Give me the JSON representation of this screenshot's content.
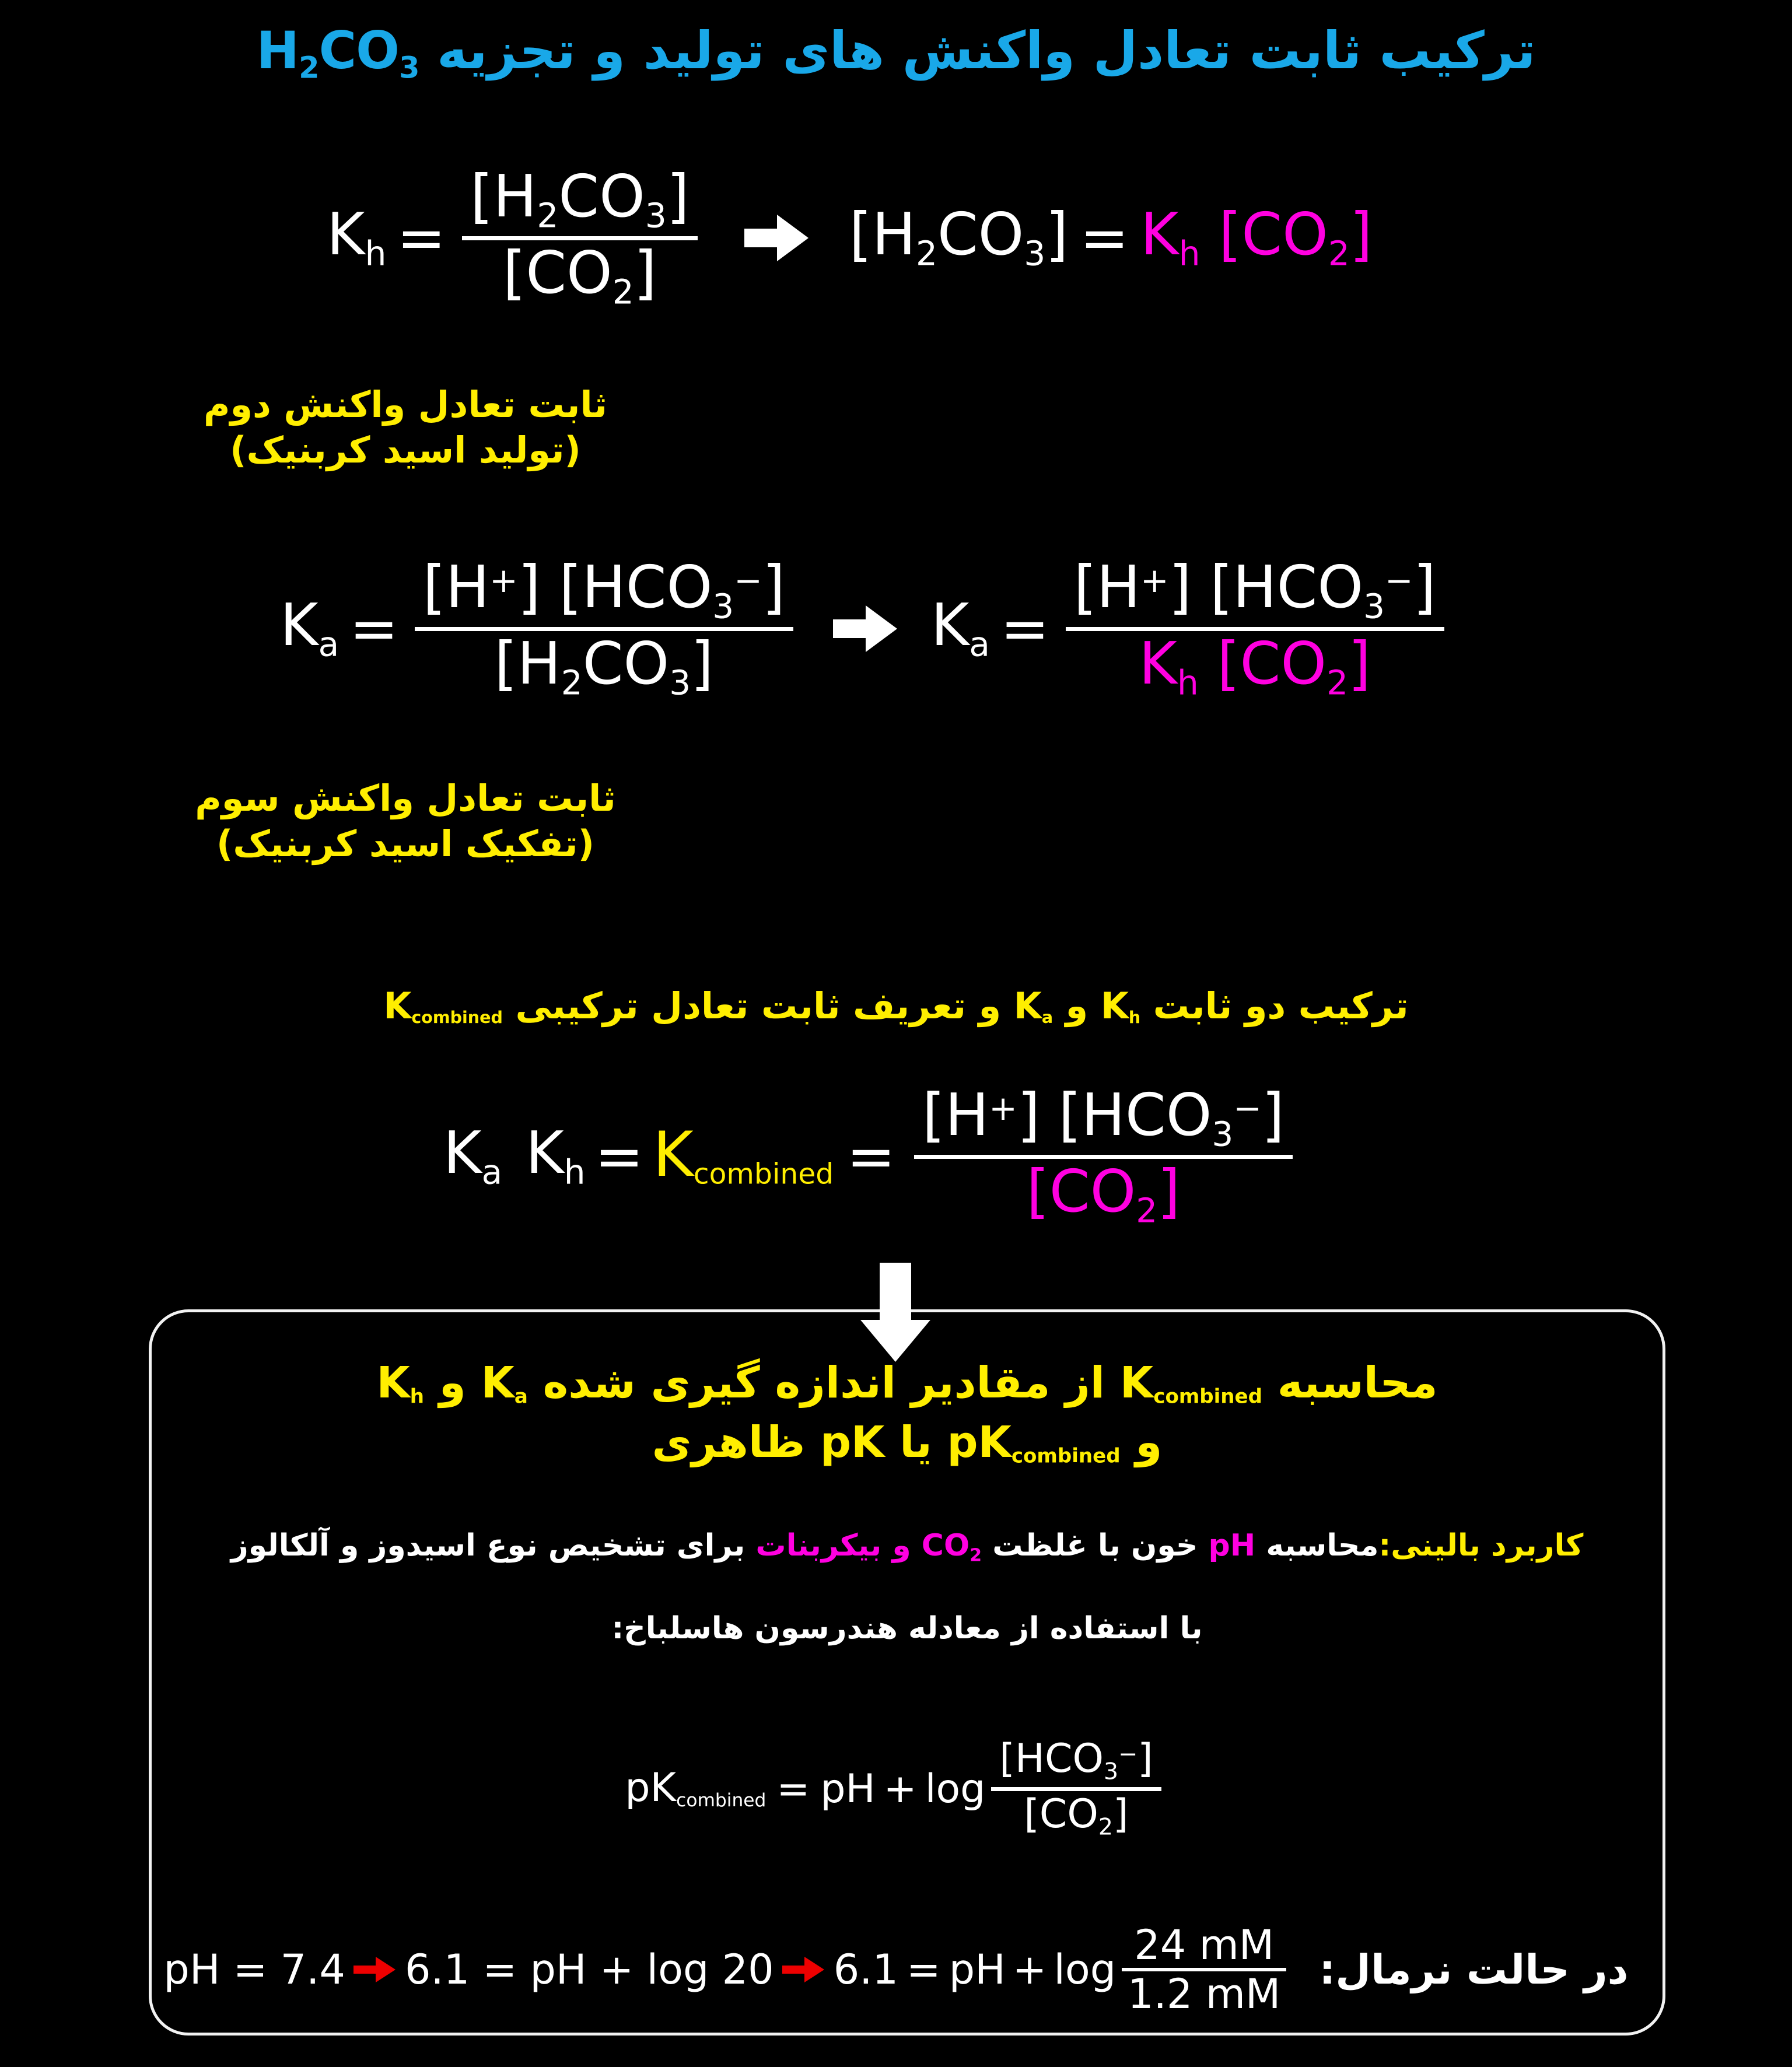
{
  "colors": {
    "background": "#000000",
    "title": "#19a8e8",
    "accent_yellow": "#ffee00",
    "accent_magenta": "#ff00e0",
    "accent_red": "#ee0000",
    "text_white": "#ffffff"
  },
  "title": {
    "text_fa": "ترکیب ثابت تعادل واکنش های تولید و تجزیه",
    "formula": "H2CO3"
  },
  "row1": {
    "lhs": {
      "symbol": "K",
      "sub": "h"
    },
    "equals": "=",
    "numerator": "[H2CO3]",
    "denominator": "[CO2]",
    "arrow": "arrow-right",
    "result_lhs": "[H2CO3]",
    "result_equals": "=",
    "result_rhs_k": "K",
    "result_rhs_k_sub": "h",
    "result_rhs_bracket": "[CO2]",
    "caption_line1": "ثابت تعادل واکنش دوم",
    "caption_line2": "(تولید اسید کربنیک)"
  },
  "row2": {
    "lhs": {
      "symbol": "K",
      "sub": "a"
    },
    "equals": "=",
    "numerator": "[H+] [HCO3 −]",
    "denominator": "[H2CO3]",
    "arrow": "arrow-right",
    "result_lhs": {
      "symbol": "K",
      "sub": "a"
    },
    "result_equals": "=",
    "result_numerator": "[H+] [HCO3 −]",
    "result_denominator": "Kh [CO2]",
    "caption_line1": "ثابت تعادل واکنش سوم",
    "caption_line2": "(تفکیک اسید کربنیک)"
  },
  "combine_note": {
    "text_before": "ترکیب دو ثابت",
    "k_h": "K",
    "k_h_sub": "h",
    "wa": "و",
    "k_a": "K",
    "k_a_sub": "a",
    "text_middle": "و تعریف ثابت تعادل ترکیبی",
    "k_combined": "K",
    "k_combined_sub": "combined"
  },
  "row3": {
    "ka": "K",
    "ka_sub": "a",
    "kh": "K",
    "kh_sub": "h",
    "equals1": "=",
    "kcombined": "K",
    "kcombined_sub": "combined",
    "equals2": "=",
    "numerator": "[H+] [HCO3 −]",
    "denominator": "[CO2]"
  },
  "box": {
    "title_line1_part1": "محاسبه",
    "title_line1_kc": "K",
    "title_line1_kc_sub": "combined",
    "title_line1_part2": "از مقادیر اندازه گیری شده",
    "title_line1_ka": "K",
    "title_line1_ka_sub": "a",
    "title_line1_wa": "و",
    "title_line1_kh": "K",
    "title_line1_kh_sub": "h",
    "title_line2_wa": "و",
    "title_line2_pk": "pK",
    "title_line2_pk_sub": "combined",
    "title_line2_ya": "یا",
    "title_line2_pk2": "pK",
    "title_line2_end": "ظاهری",
    "clinical_label": "کاربرد بالینی:",
    "clinical_t1": "محاسبه",
    "clinical_ph": "pH",
    "clinical_t2": "خون با غلظت",
    "clinical_co2": "CO2",
    "clinical_and": "و بیکربنات",
    "clinical_t3": "برای تشخیص نوع اسیدوز و آلکالوز",
    "hh_note": "با استفاده از معادله هندرسون هاسلباخ:",
    "hh_equation": {
      "lhs": "pK",
      "lhs_sub": "combined",
      "equals": "=",
      "ph": "pH",
      "plus": "+",
      "log": "log",
      "numerator": "[HCO3 −]",
      "denominator": "[CO2]"
    },
    "normal_case": {
      "label": "در حالت نرمال:",
      "step1_lhs": "6.1",
      "step1_equals": "=",
      "step1_ph": "pH",
      "step1_plus": "+",
      "step1_log": "log",
      "step1_num": "24 mM",
      "step1_den": "1.2 mM",
      "step2": "6.1 = pH + log 20",
      "step3": "pH = 7.4"
    }
  }
}
